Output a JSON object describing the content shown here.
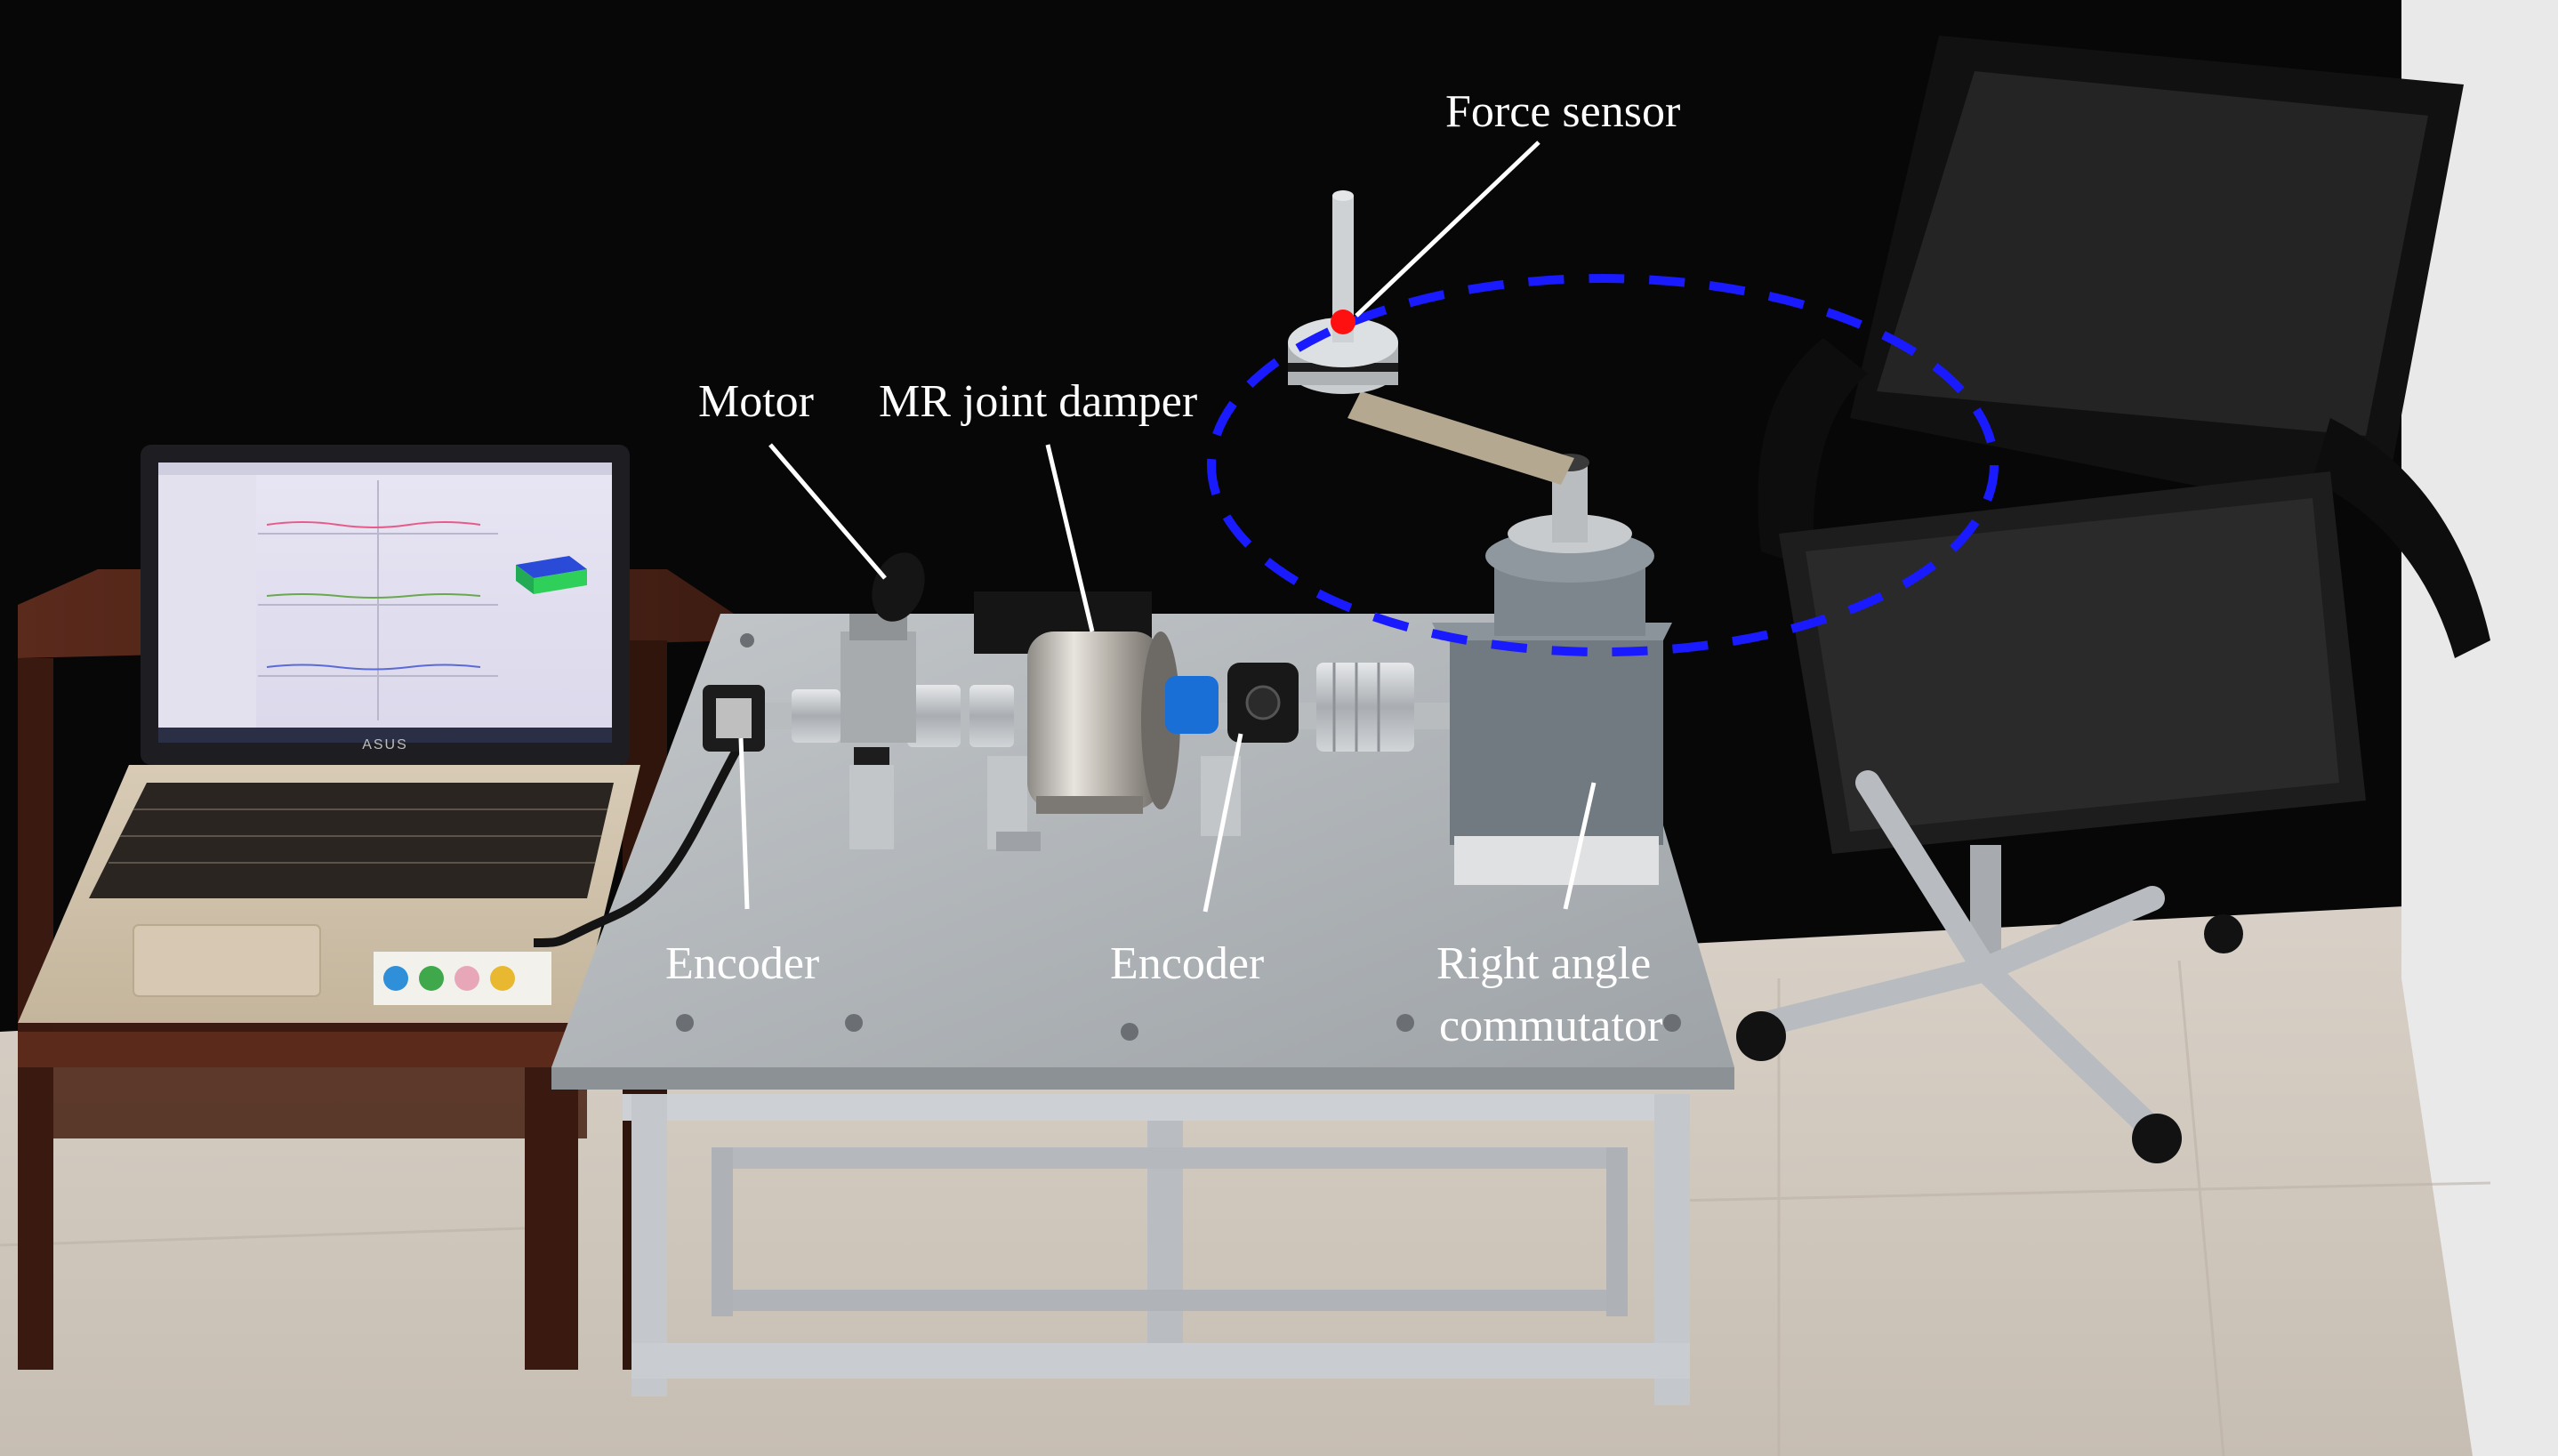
{
  "labels": {
    "force_sensor": "Force sensor",
    "motor": "Motor",
    "mr_joint_damper": "MR joint damper",
    "encoder_left": "Encoder",
    "encoder_right": "Encoder",
    "right_angle_line1": "Right angle",
    "right_angle_line2": "commutator"
  },
  "laptop": {
    "brand": "ASUS"
  },
  "colors": {
    "trajectory": "#1a1aff",
    "marker": "#ff1010",
    "background": "#070707",
    "floor": "#cfc6bc",
    "label_text": "#ffffff",
    "plate": "#b4b8bb",
    "frame": "#c8ccd0",
    "desk": "#4a2318",
    "chair": "#1a1a1a"
  }
}
